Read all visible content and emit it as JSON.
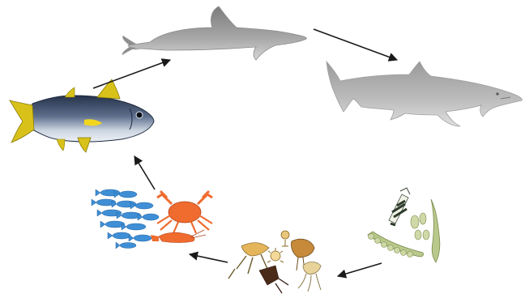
{
  "diagram": {
    "kind": "food-cycle",
    "nodes": [
      {
        "id": "dolphin",
        "icon": "dolphin-icon"
      },
      {
        "id": "shark",
        "icon": "shark-icon"
      },
      {
        "id": "algae",
        "icon": "algae-icon"
      },
      {
        "id": "zooplankton",
        "icon": "zooplankton-icon"
      },
      {
        "id": "small-fish-and-crustaceans",
        "icon": "small-fish-crab-shrimp-icon"
      },
      {
        "id": "tuna",
        "icon": "tuna-icon"
      }
    ],
    "edges": [
      {
        "from": "dolphin",
        "to": "shark"
      },
      {
        "from": "algae",
        "to": "zooplankton"
      },
      {
        "from": "zooplankton",
        "to": "small-fish-and-crustaceans"
      },
      {
        "from": "small-fish-and-crustaceans",
        "to": "tuna"
      },
      {
        "from": "tuna",
        "to": "dolphin"
      }
    ],
    "colors": {
      "arrow": "#1a1a1a",
      "dolphin": "#9a9a9a",
      "shark": "#b4b4b4",
      "tuna_back": "#2f3d55",
      "tuna_fin": "#d8c21a",
      "algae": "#b9c98c",
      "small_fish": "#3f8fd6",
      "crab": "#ef6b2e"
    }
  }
}
